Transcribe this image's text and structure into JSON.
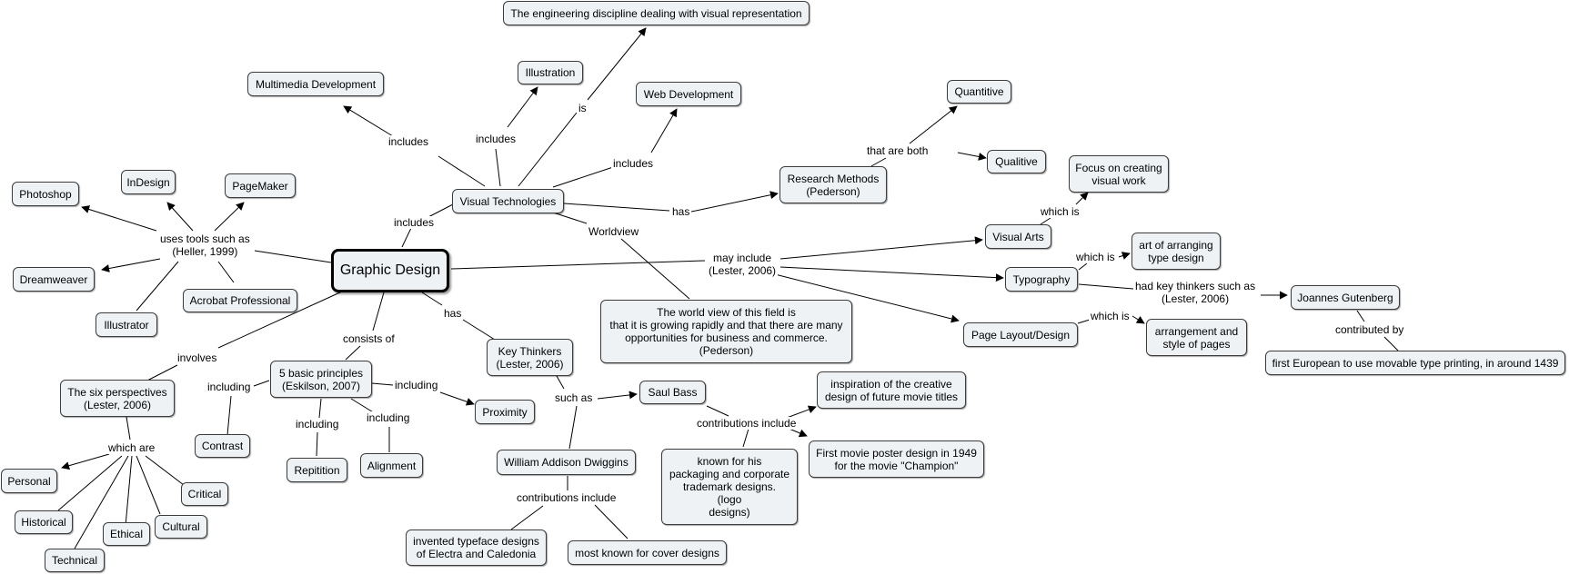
{
  "concepts": {
    "graphic_design": "Graphic Design",
    "visual_technologies": "Visual Technologies",
    "engineering_discipline": "The engineering discipline dealing with visual representation",
    "multimedia_development": "Multimedia Development",
    "illustration": "Illustration",
    "web_development": "Web Development",
    "research_methods": "Research Methods\n(Pederson)",
    "quantitive": "Quantitive",
    "qualitive": "Qualitive",
    "worldview_text": "The world view of this field is\nthat it is growing rapidly and that there are many\nopportunities for business and commerce.\n(Pederson)",
    "photoshop": "Photoshop",
    "indesign": "InDesign",
    "pagemaker": "PageMaker",
    "dreamweaver": "Dreamweaver",
    "acrobat": "Acrobat Professional",
    "illustrator": "Illustrator",
    "focus_creating": "Focus on creating\nvisual work",
    "visual_arts": "Visual Arts",
    "arranging_type": "art of arranging\ntype design",
    "typography": "Typography",
    "joannes": "Joannes Gutenberg",
    "page_layout": "Page Layout/Design",
    "arrangement_pages": "arrangement and\nstyle of pages",
    "first_european": "first European to use movable type printing, in around 1439",
    "six_perspectives": "The six perspectives\n(Lester, 2006)",
    "five_principles": "5 basic principles\n(Eskilson, 2007)",
    "key_thinkers": "Key Thinkers\n(Lester, 2006)",
    "proximity": "Proximity",
    "contrast": "Contrast",
    "repitition": "Repitition",
    "alignment": "Alignment",
    "saul_bass": "Saul Bass",
    "inspiration": "inspiration of the creative\ndesign of future movie titles",
    "first_poster": "First movie poster design in 1949\nfor the movie \"Champion\"",
    "known_for": "known for his\npackaging and corporate\ntrademark designs.\n(logo\ndesigns)",
    "dwiggins": "William Addison Dwiggins",
    "typeface": "invented typeface designs\nof Electra and Caledonia",
    "cover_designs": "most known for cover designs",
    "personal": "Personal",
    "historical": "Historical",
    "technical": "Technical",
    "ethical": "Ethical",
    "cultural": "Cultural",
    "critical": "Critical"
  },
  "linking_phrases": {
    "includes_gd": "includes",
    "includes_mm": "includes",
    "includes_ill": "includes",
    "is": "is",
    "includes_web": "includes",
    "has_rm": "has",
    "that_are_both": "that are both",
    "worldview": "Worldview",
    "uses_tools": "uses tools such as\n(Heller, 1999)",
    "may_include": "may include\n(Lester, 2006)",
    "which_is_va": "which is",
    "which_is_typo": "which is",
    "had_key_thinkers": "had key thinkers such as\n(Lester, 2006)",
    "which_is_pl": "which is",
    "contributed_by": "contributed by",
    "involves": "involves",
    "consists_of": "consists of",
    "has_kt": "has",
    "including_contrast": "including",
    "including_prox": "including",
    "including_rep": "including",
    "including_align": "including",
    "such_as": "such as",
    "contributions_bass": "contributions include",
    "contributions_dw": "contributions include",
    "which_are": "which are"
  }
}
